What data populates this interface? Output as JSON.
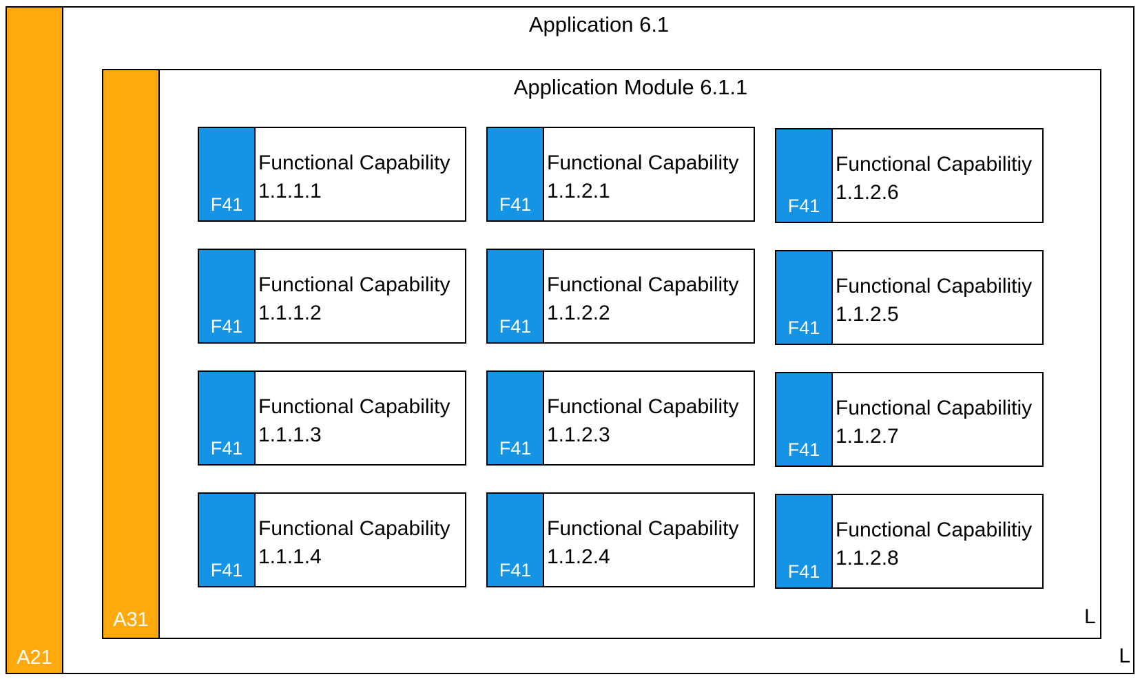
{
  "application": {
    "title": "Application 6.1",
    "tag": "A21",
    "corner_mark": "L",
    "stripe_color": "#ffa90c"
  },
  "module": {
    "title": "Application Module 6.1.1",
    "tag": "A31",
    "corner_mark": "L",
    "stripe_color": "#ffa90c"
  },
  "capability_stripe_color": "#1593e5",
  "capabilities": [
    {
      "tag": "F41",
      "name": "Functional Capability",
      "id": "1.1.1.1"
    },
    {
      "tag": "F41",
      "name": "Functional Capability",
      "id": "1.1.2.1"
    },
    {
      "tag": "F41",
      "name": "Functional Capabilitiy",
      "id": "1.1.2.6"
    },
    {
      "tag": "F41",
      "name": "Functional Capability",
      "id": "1.1.1.2"
    },
    {
      "tag": "F41",
      "name": "Functional Capability",
      "id": "1.1.2.2"
    },
    {
      "tag": "F41",
      "name": "Functional Capabilitiy",
      "id": "1.1.2.5"
    },
    {
      "tag": "F41",
      "name": "Functional Capability",
      "id": "1.1.1.3"
    },
    {
      "tag": "F41",
      "name": "Functional Capability",
      "id": "1.1.2.3"
    },
    {
      "tag": "F41",
      "name": "Functional Capabilitiy",
      "id": "1.1.2.7"
    },
    {
      "tag": "F41",
      "name": "Functional Capability",
      "id": "1.1.1.4"
    },
    {
      "tag": "F41",
      "name": "Functional Capability",
      "id": "1.1.2.4"
    },
    {
      "tag": "F41",
      "name": "Functional Capabilitiy",
      "id": "1.1.2.8"
    }
  ]
}
